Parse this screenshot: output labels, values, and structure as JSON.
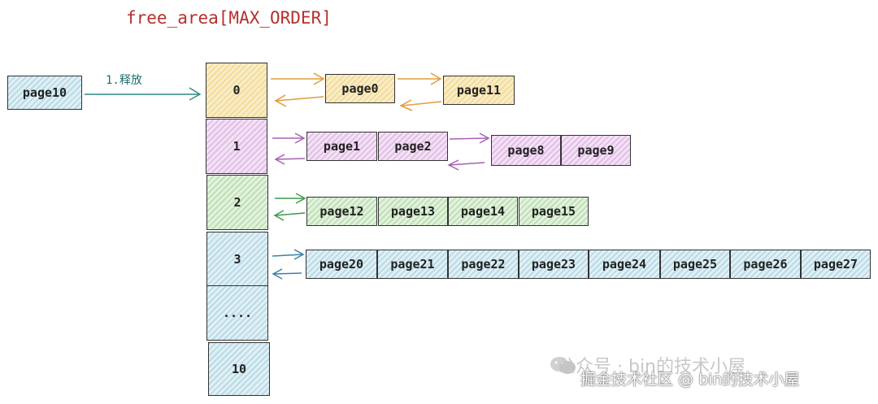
{
  "title": "free_area[MAX_ORDER]",
  "incoming": {
    "page": "page10",
    "label": "1.释放"
  },
  "orders": [
    {
      "label": "0",
      "color": "orange",
      "pages": [
        "page0",
        "page11"
      ]
    },
    {
      "label": "1",
      "color": "purple",
      "pages": [
        "page1",
        "page2",
        "page8",
        "page9"
      ]
    },
    {
      "label": "2",
      "color": "green",
      "pages": [
        "page12",
        "page13",
        "page14",
        "page15"
      ]
    },
    {
      "label": "3",
      "color": "blue",
      "pages": [
        "page20",
        "page21",
        "page22",
        "page23",
        "page24",
        "page25",
        "page26",
        "page27"
      ]
    },
    {
      "label": "....",
      "color": "blue",
      "pages": []
    },
    {
      "label": "10",
      "color": "blue",
      "pages": []
    }
  ],
  "watermark": {
    "line1": "公众号 · bin的技术小屋",
    "line2": "掘金技术社区 @ bin的技术小屋"
  },
  "colors": {
    "title": "#b5312e",
    "orange_arrow": "#e39b3a",
    "purple_arrow": "#a760b5",
    "green_arrow": "#3d9a4a",
    "blue_arrow": "#3b7fa8",
    "release_arrow": "#2f8a85"
  }
}
